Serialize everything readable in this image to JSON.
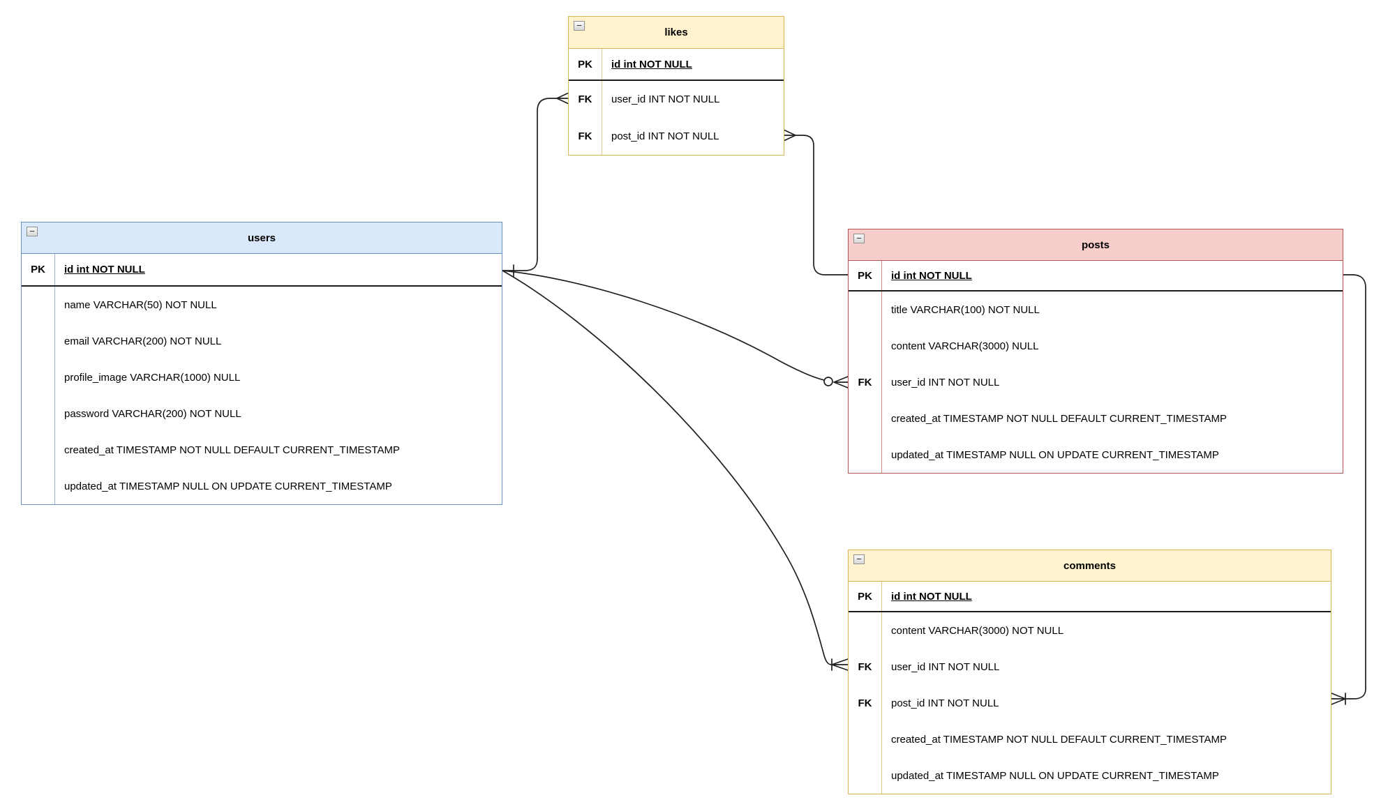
{
  "diagram_type": "entity-relationship-diagram",
  "colors": {
    "users_fill": "#dae8fc",
    "users_stroke": "#6c8ebf",
    "likes_fill": "#fff2cc",
    "likes_stroke": "#d6b656",
    "posts_fill": "#f8cecc",
    "posts_stroke": "#b85450",
    "comments_fill": "#fff2cc",
    "comments_stroke": "#d6b656",
    "wire": "#1f1f1f",
    "background": "#ffffff"
  },
  "collapse_glyph": "−",
  "tables": {
    "users": {
      "title": "users",
      "rows": [
        {
          "key": "PK",
          "text": "id int NOT NULL"
        },
        {
          "key": "",
          "text": "name VARCHAR(50) NOT NULL"
        },
        {
          "key": "",
          "text": "email VARCHAR(200) NOT NULL"
        },
        {
          "key": "",
          "text": "profile_image VARCHAR(1000) NULL"
        },
        {
          "key": "",
          "text": "password VARCHAR(200) NOT NULL"
        },
        {
          "key": "",
          "text": "created_at TIMESTAMP NOT NULL DEFAULT CURRENT_TIMESTAMP"
        },
        {
          "key": "",
          "text": "updated_at TIMESTAMP NULL ON UPDATE CURRENT_TIMESTAMP"
        }
      ]
    },
    "likes": {
      "title": "likes",
      "rows": [
        {
          "key": "PK",
          "text": "id int NOT NULL"
        },
        {
          "key": "FK",
          "text": "user_id INT NOT NULL"
        },
        {
          "key": "FK",
          "text": "post_id INT NOT NULL"
        }
      ]
    },
    "posts": {
      "title": "posts",
      "rows": [
        {
          "key": "PK",
          "text": "id int NOT NULL"
        },
        {
          "key": "",
          "text": "title VARCHAR(100) NOT NULL"
        },
        {
          "key": "",
          "text": "content VARCHAR(3000) NULL"
        },
        {
          "key": "FK",
          "text": "user_id INT NOT NULL"
        },
        {
          "key": "",
          "text": "created_at TIMESTAMP NOT NULL DEFAULT CURRENT_TIMESTAMP"
        },
        {
          "key": "",
          "text": "updated_at TIMESTAMP NULL ON UPDATE CURRENT_TIMESTAMP"
        }
      ]
    },
    "comments": {
      "title": "comments",
      "rows": [
        {
          "key": "PK",
          "text": "id int NOT NULL"
        },
        {
          "key": "",
          "text": "content VARCHAR(3000) NOT NULL"
        },
        {
          "key": "FK",
          "text": "user_id INT NOT NULL"
        },
        {
          "key": "FK",
          "text": "post_id INT NOT NULL"
        },
        {
          "key": "",
          "text": "created_at TIMESTAMP NOT NULL DEFAULT CURRENT_TIMESTAMP"
        },
        {
          "key": "",
          "text": "updated_at TIMESTAMP NULL ON UPDATE CURRENT_TIMESTAMP"
        }
      ]
    }
  },
  "relations": [
    {
      "from": "users.id",
      "to": "likes.user_id",
      "from_cardinality": "one",
      "to_cardinality": "many"
    },
    {
      "from": "likes.post_id",
      "to": "posts.id",
      "from_cardinality": "many",
      "to_cardinality": "one"
    },
    {
      "from": "users.id",
      "to": "posts.user_id",
      "from_cardinality": "one",
      "to_cardinality": "zero-or-many"
    },
    {
      "from": "users.id",
      "to": "comments.user_id",
      "from_cardinality": "one",
      "to_cardinality": "one-or-many"
    },
    {
      "from": "posts.id",
      "to": "comments.post_id",
      "from_cardinality": "one",
      "to_cardinality": "one-or-many"
    }
  ]
}
